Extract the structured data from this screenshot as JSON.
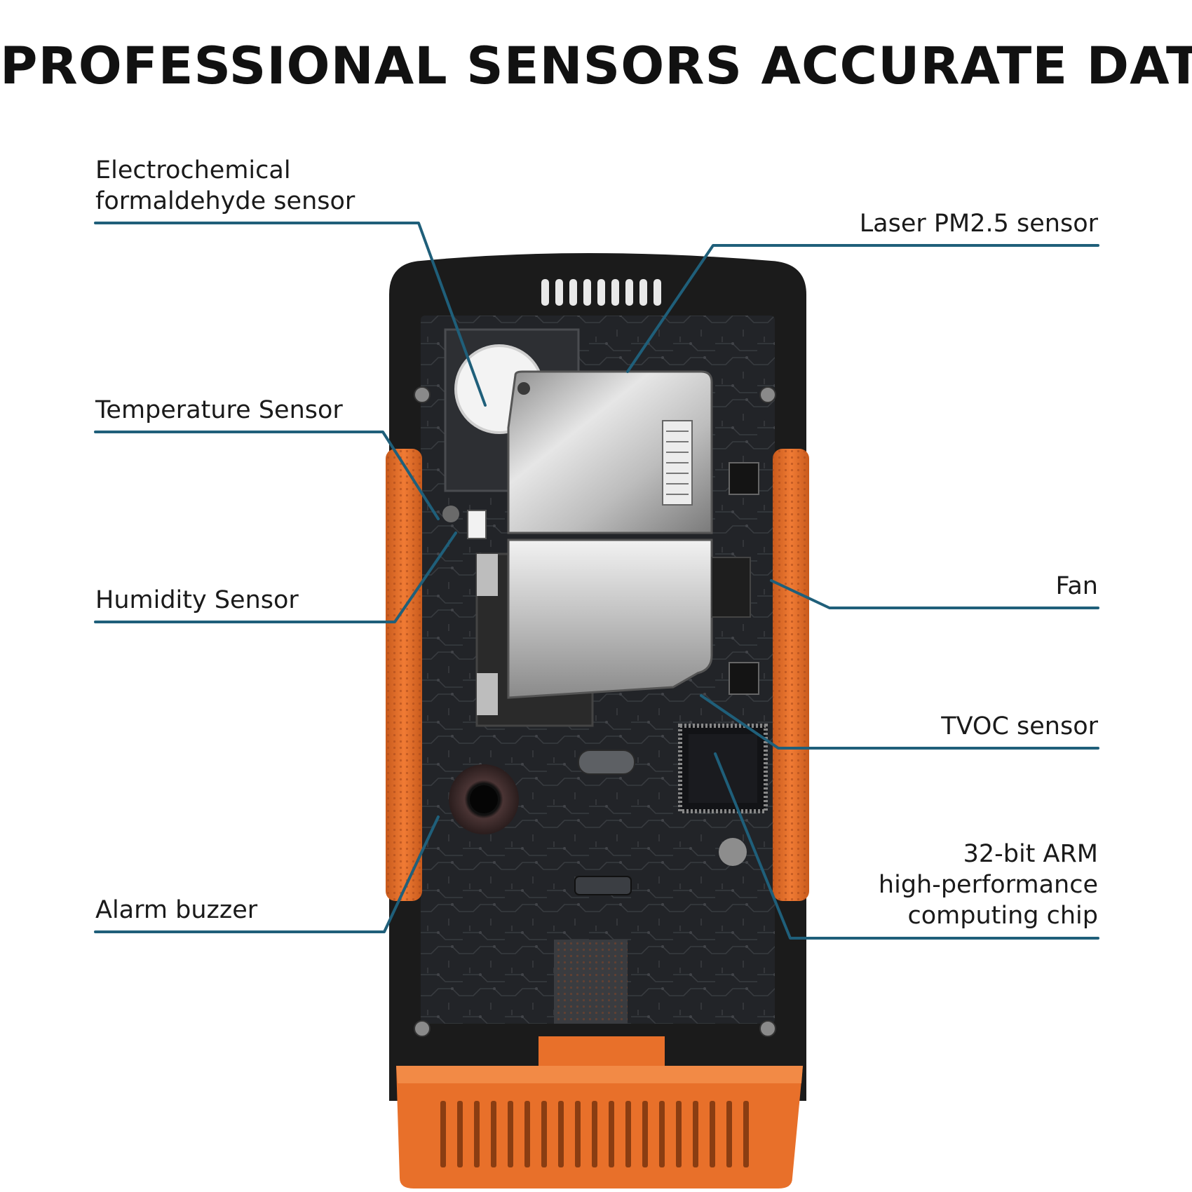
{
  "title": "PROFESSIONAL SENSORS ACCURATE DATA",
  "colors": {
    "leader_line": "#1f5f7a",
    "device_orange": "#e8702a",
    "device_body": "#1b1b1b",
    "pcb": "#222428",
    "metal": "#c9c9c9"
  },
  "callouts": [
    {
      "id": "formaldehyde",
      "side": "left",
      "lines": [
        "Electrochemical",
        "formaldehyde sensor"
      ]
    },
    {
      "id": "temperature",
      "side": "left",
      "lines": [
        "Temperature Sensor"
      ]
    },
    {
      "id": "humidity",
      "side": "left",
      "lines": [
        "Humidity Sensor"
      ]
    },
    {
      "id": "buzzer",
      "side": "left",
      "lines": [
        "Alarm buzzer"
      ]
    },
    {
      "id": "pm25",
      "side": "right",
      "lines": [
        "Laser PM2.5 sensor"
      ]
    },
    {
      "id": "fan",
      "side": "right",
      "lines": [
        "Fan"
      ]
    },
    {
      "id": "tvoc",
      "side": "right",
      "lines": [
        "TVOC sensor"
      ]
    },
    {
      "id": "arm",
      "side": "right",
      "lines": [
        "32-bit ARM",
        "high-performance",
        "computing chip"
      ]
    }
  ]
}
